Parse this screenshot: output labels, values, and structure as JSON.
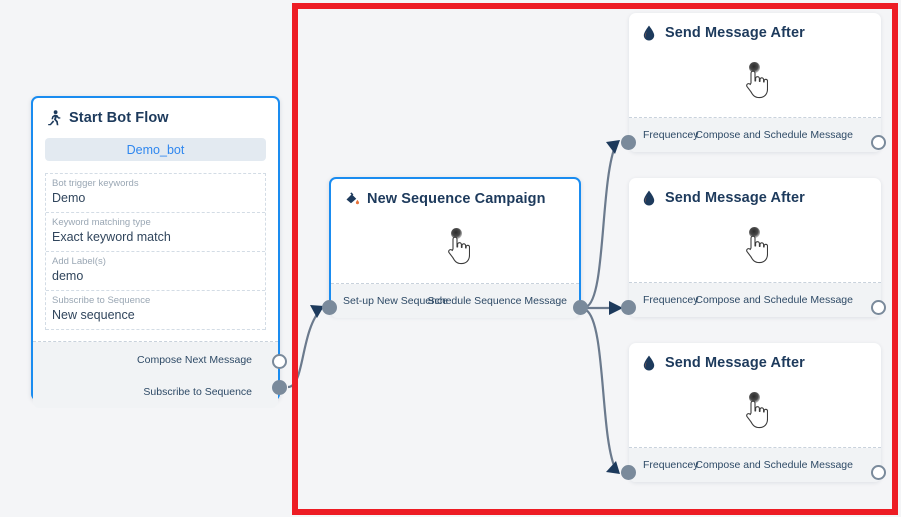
{
  "canvas": {
    "background_color": "#f4f5f7",
    "selection_border_color": "#ed1c24"
  },
  "nodes": {
    "start_bot_flow": {
      "title": "Start Bot Flow",
      "icon": "running-person-icon",
      "bot_name": "Demo_bot",
      "fields": [
        {
          "label": "Bot trigger keywords",
          "value": "Demo"
        },
        {
          "label": "Keyword matching type",
          "value": "Exact keyword match"
        },
        {
          "label": "Add Label(s)",
          "value": "demo"
        },
        {
          "label": "Subscribe to Sequence",
          "value": "New sequence"
        }
      ],
      "output_ports": [
        {
          "label": "Compose Next Message",
          "style": "hollow"
        },
        {
          "label": "Subscribe to Sequence",
          "style": "filled"
        }
      ]
    },
    "new_sequence_campaign": {
      "title": "New Sequence Campaign",
      "icon": "paint-pour-icon",
      "cursor_icon": "hand-pointer-cursor",
      "input_port": {
        "label": "Set-up New Sequence",
        "style": "filled"
      },
      "output_port": {
        "label": "Schedule Sequence Message",
        "style": "filled"
      }
    },
    "send_message_after": [
      {
        "title": "Send Message After",
        "icon": "water-droplet-icon",
        "cursor_icon": "hand-pointer-cursor",
        "input_port": {
          "label": "Frequencey",
          "style": "filled"
        },
        "output_port": {
          "label": "Compose and Schedule Message",
          "style": "hollow"
        }
      },
      {
        "title": "Send Message After",
        "icon": "water-droplet-icon",
        "cursor_icon": "hand-pointer-cursor",
        "input_port": {
          "label": "Frequencey",
          "style": "filled"
        },
        "output_port": {
          "label": "Compose and Schedule Message",
          "style": "hollow"
        }
      },
      {
        "title": "Send Message After",
        "icon": "water-droplet-icon",
        "cursor_icon": "hand-pointer-cursor",
        "input_port": {
          "label": "Frequencey",
          "style": "filled"
        },
        "output_port": {
          "label": "Compose and Schedule Message",
          "style": "hollow"
        }
      }
    ]
  },
  "colors": {
    "node_selected_border": "#1a8cf0",
    "title_text": "#1d3a5c",
    "port_fill": "#7a8a9b",
    "wire": "#6b7a8d",
    "bot_pill_bg": "#e3eaf1",
    "bot_pill_text": "#2f87ef"
  }
}
